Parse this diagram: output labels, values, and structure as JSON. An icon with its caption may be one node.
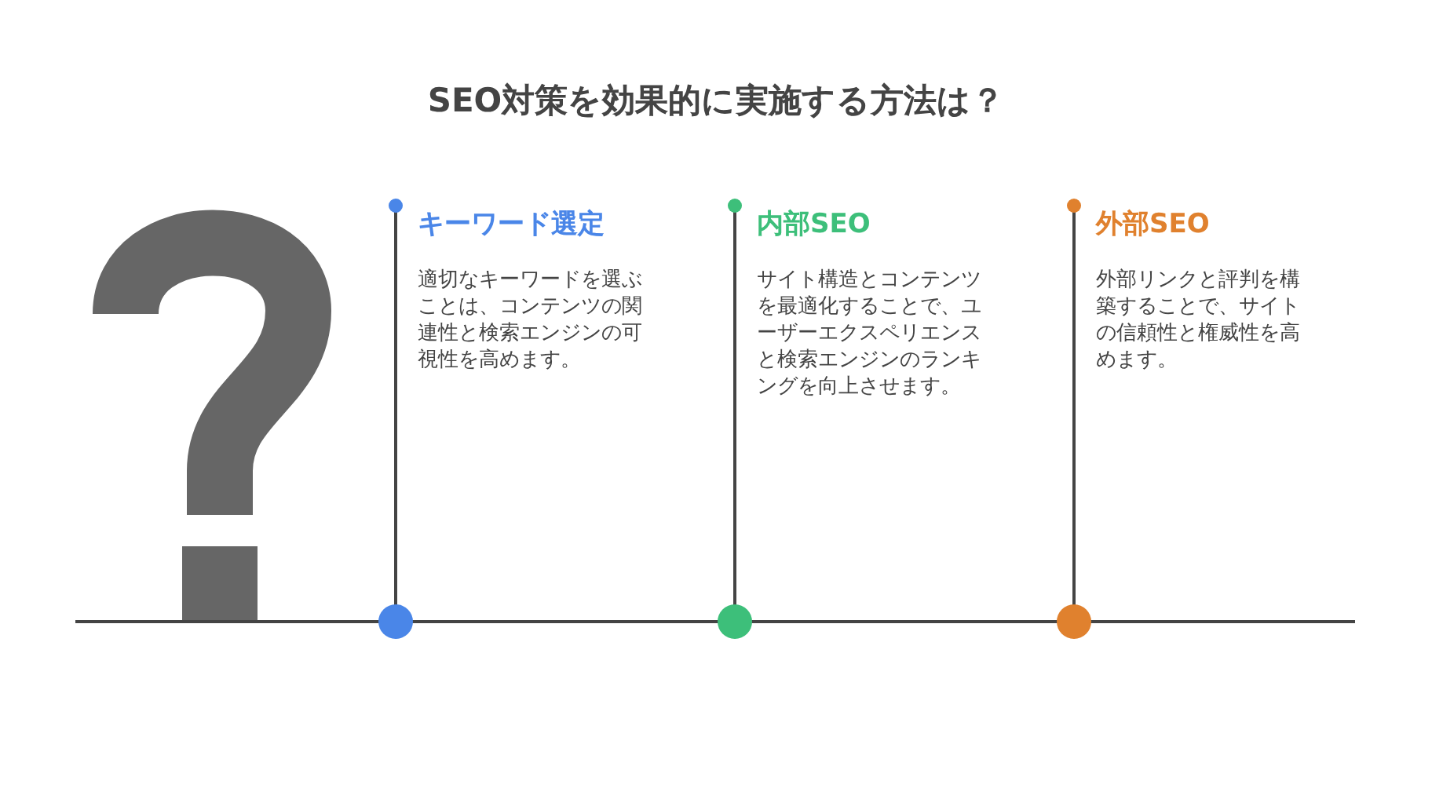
{
  "diagram": {
    "title": "SEO対策を効果的に実施する方法は？",
    "nodes": [
      {
        "text": [
          "キーワード選定",
          "適切なキーワードを選ぶことは、コンテンツの関連性と検索エンジンの可視性を高めます。"
        ]
      },
      {
        "text": [
          "内部SEO",
          "サイト構造とコンテンツを最適化することで、ユーザーエクスペリエンスと検索エンジンのランキングを向上させます。"
        ]
      },
      {
        "text": [
          "外部SEO",
          "外部リンクと評判を構築することで、サイトの信頼性と権威性を高めます。"
        ]
      }
    ]
  }
}
